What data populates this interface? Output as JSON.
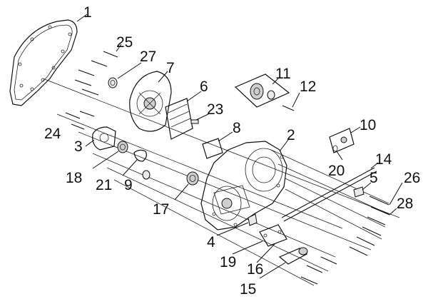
{
  "callouts": [
    {
      "id": "p1",
      "label": "1"
    },
    {
      "id": "p2",
      "label": "2"
    },
    {
      "id": "p3",
      "label": "3"
    },
    {
      "id": "p4",
      "label": "4"
    },
    {
      "id": "p5",
      "label": "5"
    },
    {
      "id": "p6",
      "label": "6"
    },
    {
      "id": "p7",
      "label": "7"
    },
    {
      "id": "p8",
      "label": "8"
    },
    {
      "id": "p9",
      "label": "9"
    },
    {
      "id": "p10",
      "label": "10"
    },
    {
      "id": "p11",
      "label": "11"
    },
    {
      "id": "p12",
      "label": "12"
    },
    {
      "id": "p14",
      "label": "14"
    },
    {
      "id": "p15",
      "label": "15"
    },
    {
      "id": "p16",
      "label": "16"
    },
    {
      "id": "p17",
      "label": "17"
    },
    {
      "id": "p18",
      "label": "18"
    },
    {
      "id": "p19",
      "label": "19"
    },
    {
      "id": "p20",
      "label": "20"
    },
    {
      "id": "p21",
      "label": "21"
    },
    {
      "id": "p23",
      "label": "23"
    },
    {
      "id": "p24",
      "label": "24"
    },
    {
      "id": "p25",
      "label": "25"
    },
    {
      "id": "p26",
      "label": "26"
    },
    {
      "id": "p27",
      "label": "27"
    },
    {
      "id": "p28",
      "label": "28"
    }
  ]
}
